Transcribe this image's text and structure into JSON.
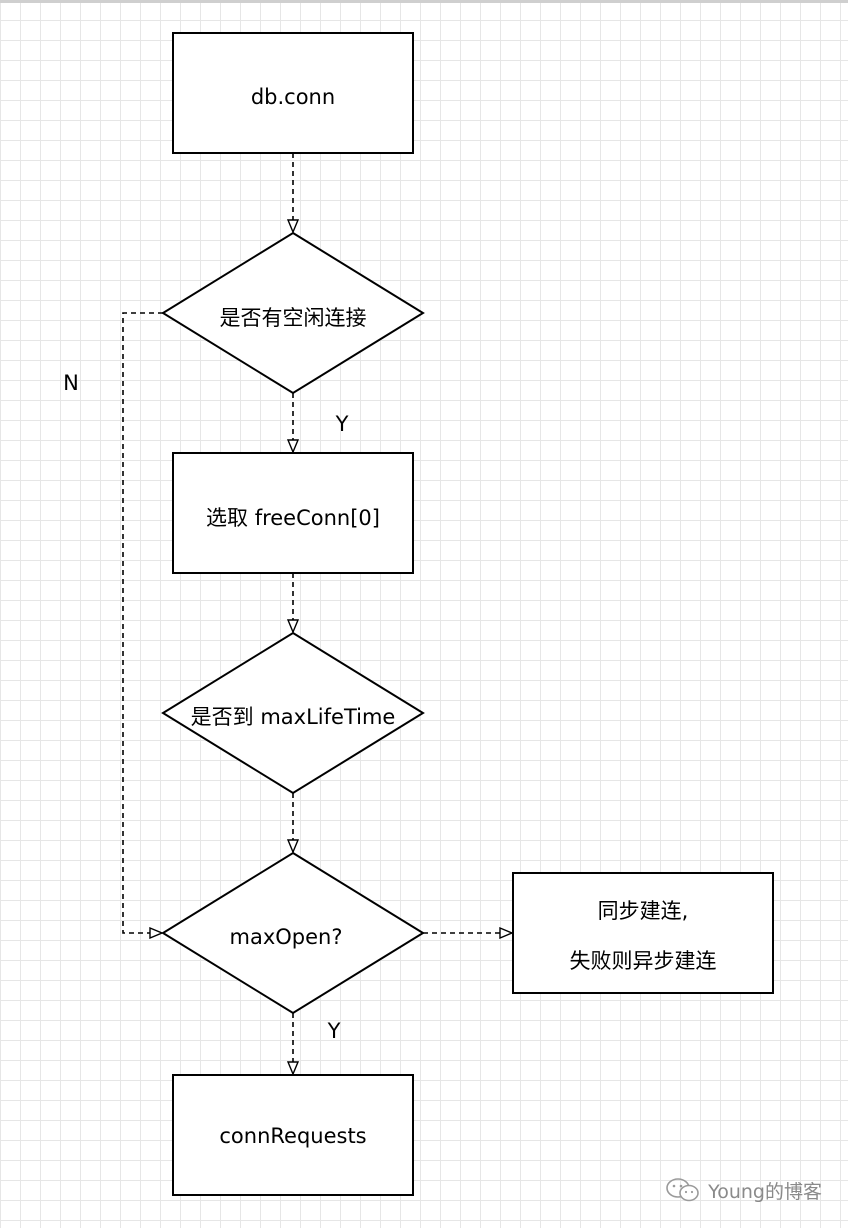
{
  "nodes": {
    "db_conn": "db.conn",
    "has_idle": "是否有空闲连接",
    "pick_free": "选取 freeConn[0]",
    "max_life": "是否到 maxLifeTime",
    "max_open": "maxOpen?",
    "sync_build_line1": "同步建连,",
    "sync_build_line2": "失败则异步建连",
    "conn_requests": "connRequests"
  },
  "edge_labels": {
    "n": "N",
    "y1": "Y",
    "y2": "Y"
  },
  "watermark": {
    "text": "Young的博客",
    "icon": "wechat-icon"
  }
}
